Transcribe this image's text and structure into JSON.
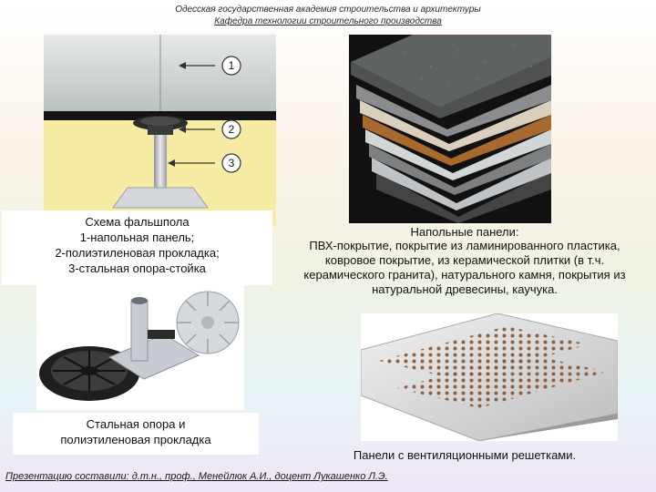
{
  "header": {
    "line1": "Одесская государственная академия строительства и архитектуры",
    "line2": "Кафедра технологии строительного производства"
  },
  "floor_scheme": {
    "callouts": [
      "1",
      "2",
      "3"
    ],
    "caption": [
      "Схема фальшпола",
      "1-напольная панель;",
      "2-полиэтиленовая прокладка;",
      "3-стальная опора-стойка"
    ]
  },
  "panels": {
    "title": "Напольные панели:",
    "description": "ПВХ-покрытие, покрытие из ламинированного пластика, ковровое покрытие, из керамической плитки (в т.ч. керамического гранита), натурального камня, покрытия из натуральной древесины, каучука."
  },
  "support": {
    "caption": [
      "Стальная опора и",
      "полиэтиленовая прокладка"
    ]
  },
  "vent": {
    "caption": "Панели с вентиляционными решетками."
  },
  "footer": {
    "credit": "Презентацию составили: д.т.н., проф., Менейлюк А.И., доцент Лукашенко Л.Э."
  },
  "colors": {
    "wall": "#f6eca4",
    "panel_top": "#c9ccc9",
    "panel_edge": "#151515",
    "steel": "#c8ccd2"
  }
}
